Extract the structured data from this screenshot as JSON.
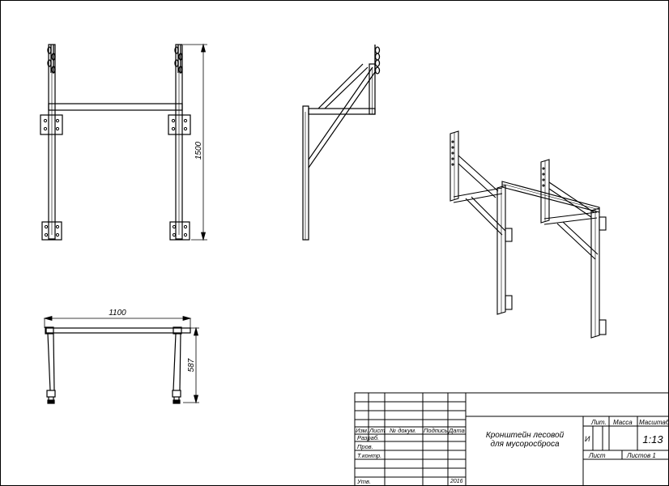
{
  "drawing": {
    "dimensions": {
      "front_height": "1500",
      "top_width": "1100",
      "top_depth": "587"
    }
  },
  "title_block": {
    "title_line1": "Кронштейн лесовой",
    "title_line2": "для мусоросброса",
    "headers": {
      "izm": "Изм.",
      "list": "Лист",
      "doc_no": "№ докум.",
      "sign": "Подпись",
      "date": "Дата",
      "lit": "Лит.",
      "mass": "Масса",
      "scale": "Масштаб"
    },
    "roles": {
      "developed": "Разраб.",
      "checked": "Пров.",
      "tcontrol": "Т.контр.",
      "approved": "Утв."
    },
    "year": "2016",
    "lit_value": "И",
    "scale_value": "1:13",
    "sheet_label": "Лист",
    "sheets_label": "Листов 1"
  }
}
